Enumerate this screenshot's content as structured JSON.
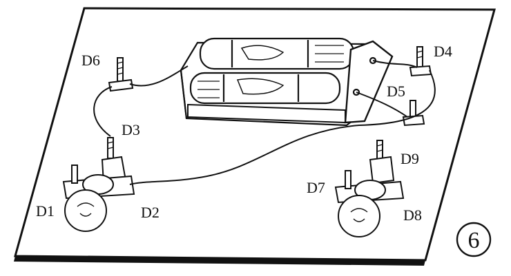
{
  "diagram": {
    "labels": {
      "d1": "D1",
      "d2": "D2",
      "d3": "D3",
      "d4": "D4",
      "d5": "D5",
      "d6": "D6",
      "d7": "D7",
      "d8": "D8",
      "d9": "D9"
    },
    "figure_number": "6"
  },
  "colors": {
    "ink": "#111111",
    "paper": "#ffffff"
  }
}
